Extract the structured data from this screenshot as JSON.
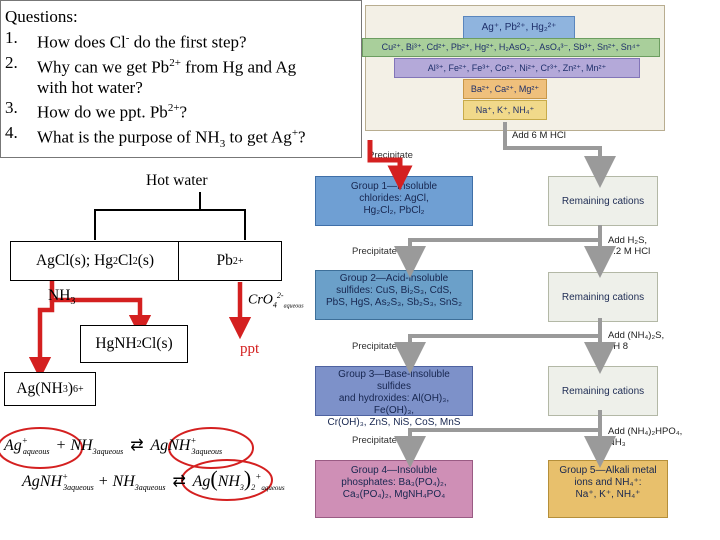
{
  "questions": {
    "q1_num": "1.",
    "q1_a": "How does Cl",
    "q1_sup": "-",
    "q1_b": " do the first step?",
    "q2_num": "2.",
    "q2_a": "Why can we get Pb",
    "q2_sup": "2+",
    "q2_b": " from Hg and Ag",
    "q2_c": "with hot water?",
    "q3_num": "3.",
    "q3_a": "How do we ppt. Pb",
    "q3_sup": "2+",
    "q3_b": "?",
    "q4_num": "4.",
    "q4_a": "What is the purpose of NH",
    "q4_sub": "3",
    "q4_b": " to get Ag",
    "q4_sup": "+",
    "q4_c": "?",
    "heading": "Questions:"
  },
  "left": {
    "hot_water": "Hot water",
    "agcl_a": "Ag",
    "agcl_b": "Cl(s); Hg",
    "agcl_sub": "2",
    "agcl_c": "Cl",
    "agcl_sub2": "2",
    "agcl_d": "(s)",
    "pb_a": "Pb",
    "pb_sup": "2+",
    "nh3_a": "NH",
    "nh3_sub": "3",
    "hgnh_a": "Hg",
    "hgnh_b": "NH",
    "hgnh_sub": "2",
    "hgnh_c": "Cl(s)",
    "agnh_a": "Ag(NH",
    "agnh_sub": "3",
    "agnh_b": ")",
    "agnh_sub2": "6",
    "agnh_sup": "+",
    "cro4_a": "CrO",
    "cro4_sub": "4",
    "cro4_sup": "2-",
    "cro4_aq": "aqueous",
    "ppt": "ppt"
  },
  "equations": {
    "e1_ag": "Ag",
    "e1_ag_sup": "+",
    "e1_ag_sub": "aqueous",
    "e1_plus": "+",
    "e1_nh3": "NH",
    "e1_nh3_sub": "3aqueous",
    "e1_arrow": "⇄",
    "e1_prod": "AgNH",
    "e1_prod_sup": "+",
    "e1_prod_sub": "3aqueous",
    "e2_ag": "AgNH",
    "e2_ag_sup": "+",
    "e2_ag_sub": "3aqueous",
    "e2_plus": "+",
    "e2_nh3": "NH",
    "e2_nh3_sub": "3aqueous",
    "e2_arrow": "⇄",
    "e2_prod_a": "Ag",
    "e2_prod_paren_l": "(",
    "e2_prod_b": "NH",
    "e2_prod_sub": "3",
    "e2_prod_paren_r": ")",
    "e2_prod_sub2": "2",
    "e2_prod_sup": "+",
    "e2_prod_aq": "aqueous"
  },
  "flowchart": {
    "cat_row1": "Ag⁺, Pb²⁺, Hg₂²⁺",
    "cat_row2": "Cu²⁺, Bi³⁺, Cd²⁺, Pb²⁺, Hg²⁺, H₂AsO₃⁻, AsO₄³⁻, Sb³⁺, Sn²⁺, Sn⁴⁺",
    "cat_row3": "Al³⁺, Fe²⁺, Fe³⁺, Co²⁺, Ni²⁺, Cr³⁺, Zn²⁺, Mn²⁺",
    "cat_row4": "Ba²⁺, Ca²⁺, Mg²⁺",
    "cat_row5": "Na⁺, K⁺, NH₄⁺",
    "step1": "Add 6 M HCl",
    "step2a": "Add H₂S,",
    "step2b": "0.2 M HCl",
    "step3a": "Add (NH₄)₂S,",
    "step3b": "pH 8",
    "step4a": "Add (NH₄)₂HPO₄,",
    "step4b": "NH₃",
    "precipitate": "Precipitate",
    "remaining": "Remaining cations",
    "group1_a": "Group 1—Insoluble",
    "group1_b": "chlorides: AgCl,",
    "group1_c": "Hg₂Cl₂, PbCl₂",
    "group2_a": "Group 2—Acid-insoluble",
    "group2_b": "sulfides: CuS, Bi₂S₃, CdS,",
    "group2_c": "PbS, HgS, As₂S₃, Sb₂S₃, SnS₂",
    "group3_a": "Group 3—Base-insoluble sulfides",
    "group3_b": "and hydroxides: Al(OH)₃, Fe(OH)₃,",
    "group3_c": "Cr(OH)₃, ZnS, NiS, CoS, MnS",
    "group4_a": "Group 4—Insoluble",
    "group4_b": "phosphates: Ba₃(PO₄)₂,",
    "group4_c": "Ca₃(PO₄)₂, MgNH₄PO₄",
    "group5_a": "Group 5—Alkali metal",
    "group5_b": "ions and NH₄⁺:",
    "group5_c": "Na⁺, K⁺, NH₄⁺"
  },
  "colors": {
    "red": "#d42020",
    "grey_arrow": "#9a9a9a"
  }
}
